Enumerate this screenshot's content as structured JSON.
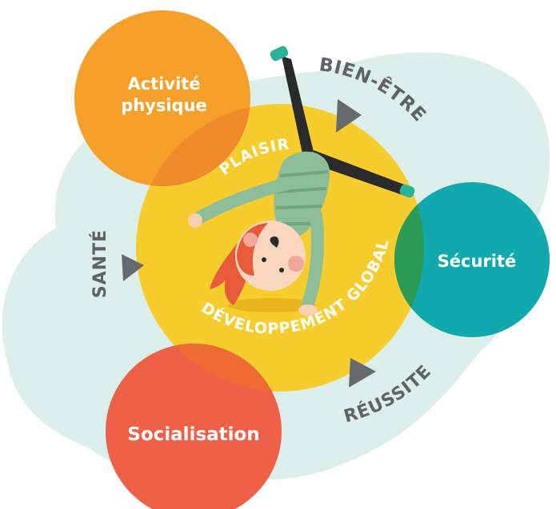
{
  "diagram": {
    "nodes": {
      "activite_physique": {
        "line1": "Activité",
        "line2": "physique",
        "color": "#F5A02A"
      },
      "securite": {
        "label": "Sécurité",
        "color": "#10A9AE"
      },
      "socialisation": {
        "label": "Socialisation",
        "color": "#EE6048"
      }
    },
    "center": {
      "color": "#F7CD2E",
      "top_label": "PLAISIR",
      "bottom_label": "DÉVELOPPEMENT GLOBAL"
    },
    "cycle_labels": {
      "bien_etre": "BIEN-ÊTRE",
      "sante": "SANTÉ",
      "reussite": "RÉUSSITE"
    },
    "colors": {
      "background_blob": "#DCEFEA",
      "arrow": "#666A6F",
      "cycle_text": "#5F6368",
      "overlap_orange": "#F08B2B",
      "overlap_green": "#2A9A55",
      "overlap_red": "#EE6B33"
    },
    "illustration": "child-doing-cartwheel"
  }
}
